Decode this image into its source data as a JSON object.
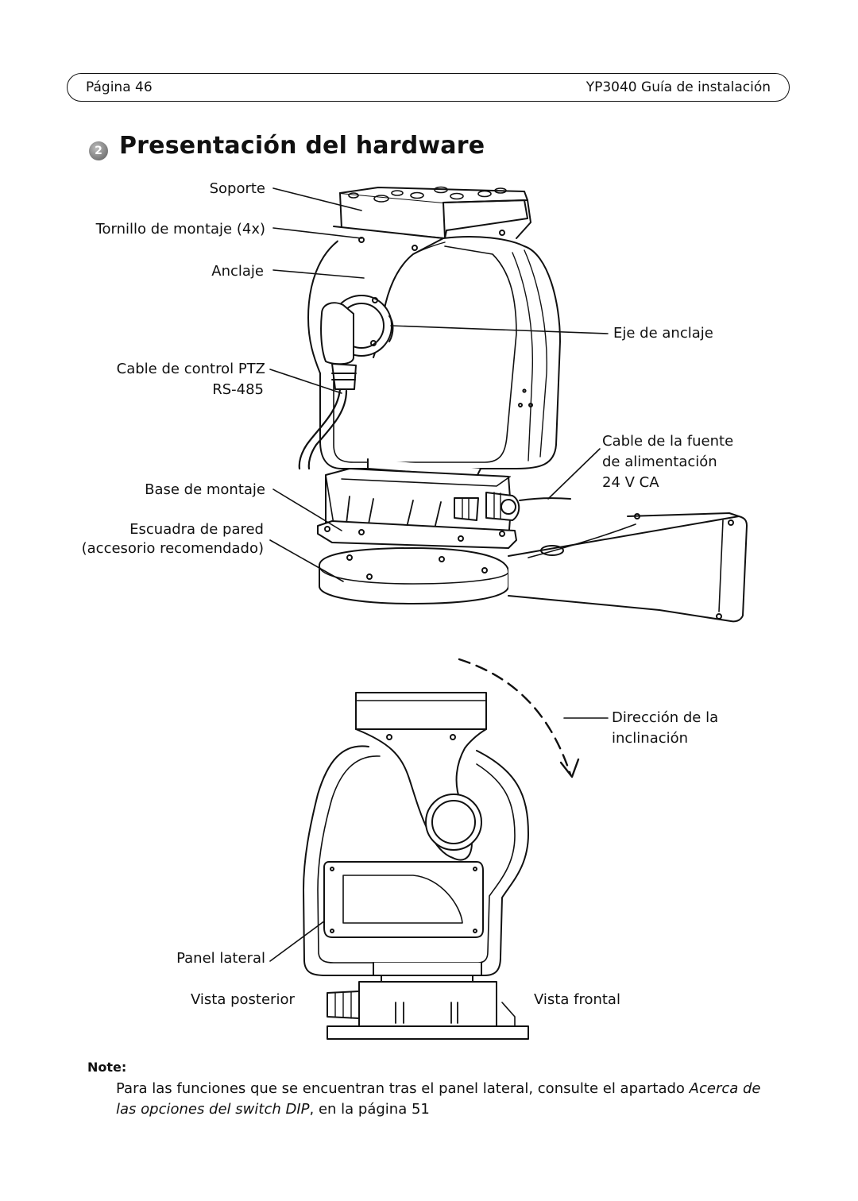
{
  "header": {
    "page": "Página 46",
    "doc_title": "YP3040 Guía de instalación"
  },
  "section": {
    "number": "2",
    "title": "Presentación del hardware"
  },
  "labels": {
    "soporte": "Soporte",
    "tornillo": "Tornillo de montaje (4x)",
    "anclaje": "Anclaje",
    "eje": "Eje de anclaje",
    "cable_ptz_1": "Cable de control PTZ",
    "cable_ptz_2": "RS-485",
    "fuente_1": "Cable de la fuente",
    "fuente_2": "de alimentación",
    "fuente_3": "24 V CA",
    "base": "Base de montaje",
    "escuadra_1": "Escuadra de pared",
    "escuadra_2": "(accesorio recomendado)",
    "direccion_1": "Dirección de la",
    "direccion_2": "inclinación",
    "panel": "Panel lateral"
  },
  "views": {
    "rear": "Vista posterior",
    "front": "Vista frontal"
  },
  "note": {
    "heading": "Note:",
    "text_before": "Para las funciones que se encuentran tras el panel lateral, consulte el apartado ",
    "link_text": "Acerca de las opciones del switch DIP",
    "text_after": ", en la página 51"
  }
}
